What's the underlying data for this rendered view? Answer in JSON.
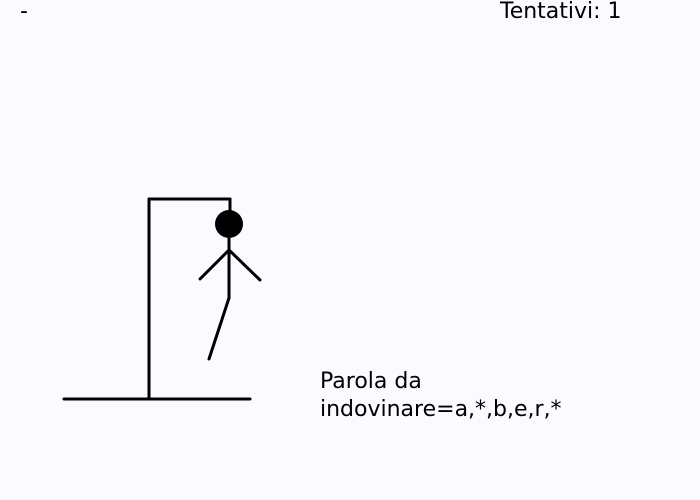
{
  "status": {
    "left_text": "-",
    "attempts_text": "Tentativi: 1"
  },
  "word": {
    "line1": "Parola da",
    "line2": "indovinare=a,*,b,e,r,*"
  },
  "drawing": {
    "stroke_color": "#000000",
    "background": "#fbfbff",
    "icon": "hangman-drawing"
  }
}
